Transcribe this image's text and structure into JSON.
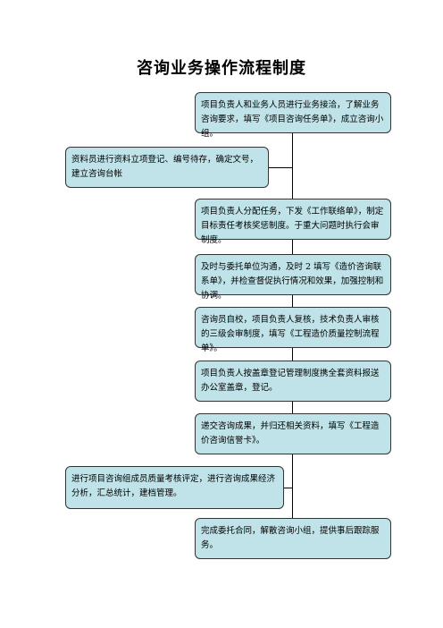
{
  "title": "咨询业务操作流程制度",
  "steps": [
    "项目负责人和业务人员进行业务接洽，了解业务咨询要求，填写《项目咨询任务单》，成立咨询小组。",
    "资料员进行资料立项登记、编号待存，确定文号，建立咨询台帐",
    "项目负责人分配任务，下发《工作联络单》，制定目标责任考核奖惩制度。于重大问题时执行会审制度。",
    "及时与委托单位沟通，及时 2 填写《造价咨询联系单》，并检查督促执行情况和效果，加强控制和协调。",
    "咨询员自校，项目负责人复核，技术负责人审核的三级会审制度，填写《工程造价质量控制流程单》。",
    "项目负责人按盖章登记管理制度携全套资料报送办公室盖章，登记。",
    "递交咨询成果，并归还相关资料，填写《工程造价咨询信誉卡》。",
    "进行项目咨询组成员质量考核评定，进行咨询成果经济分析，汇总统计，建档管理。",
    "完成委托合同，解散咨询小组，提供事后跟踪服务。"
  ],
  "colors": {
    "box_fill": "#bfe3e8",
    "border": "#333333"
  }
}
